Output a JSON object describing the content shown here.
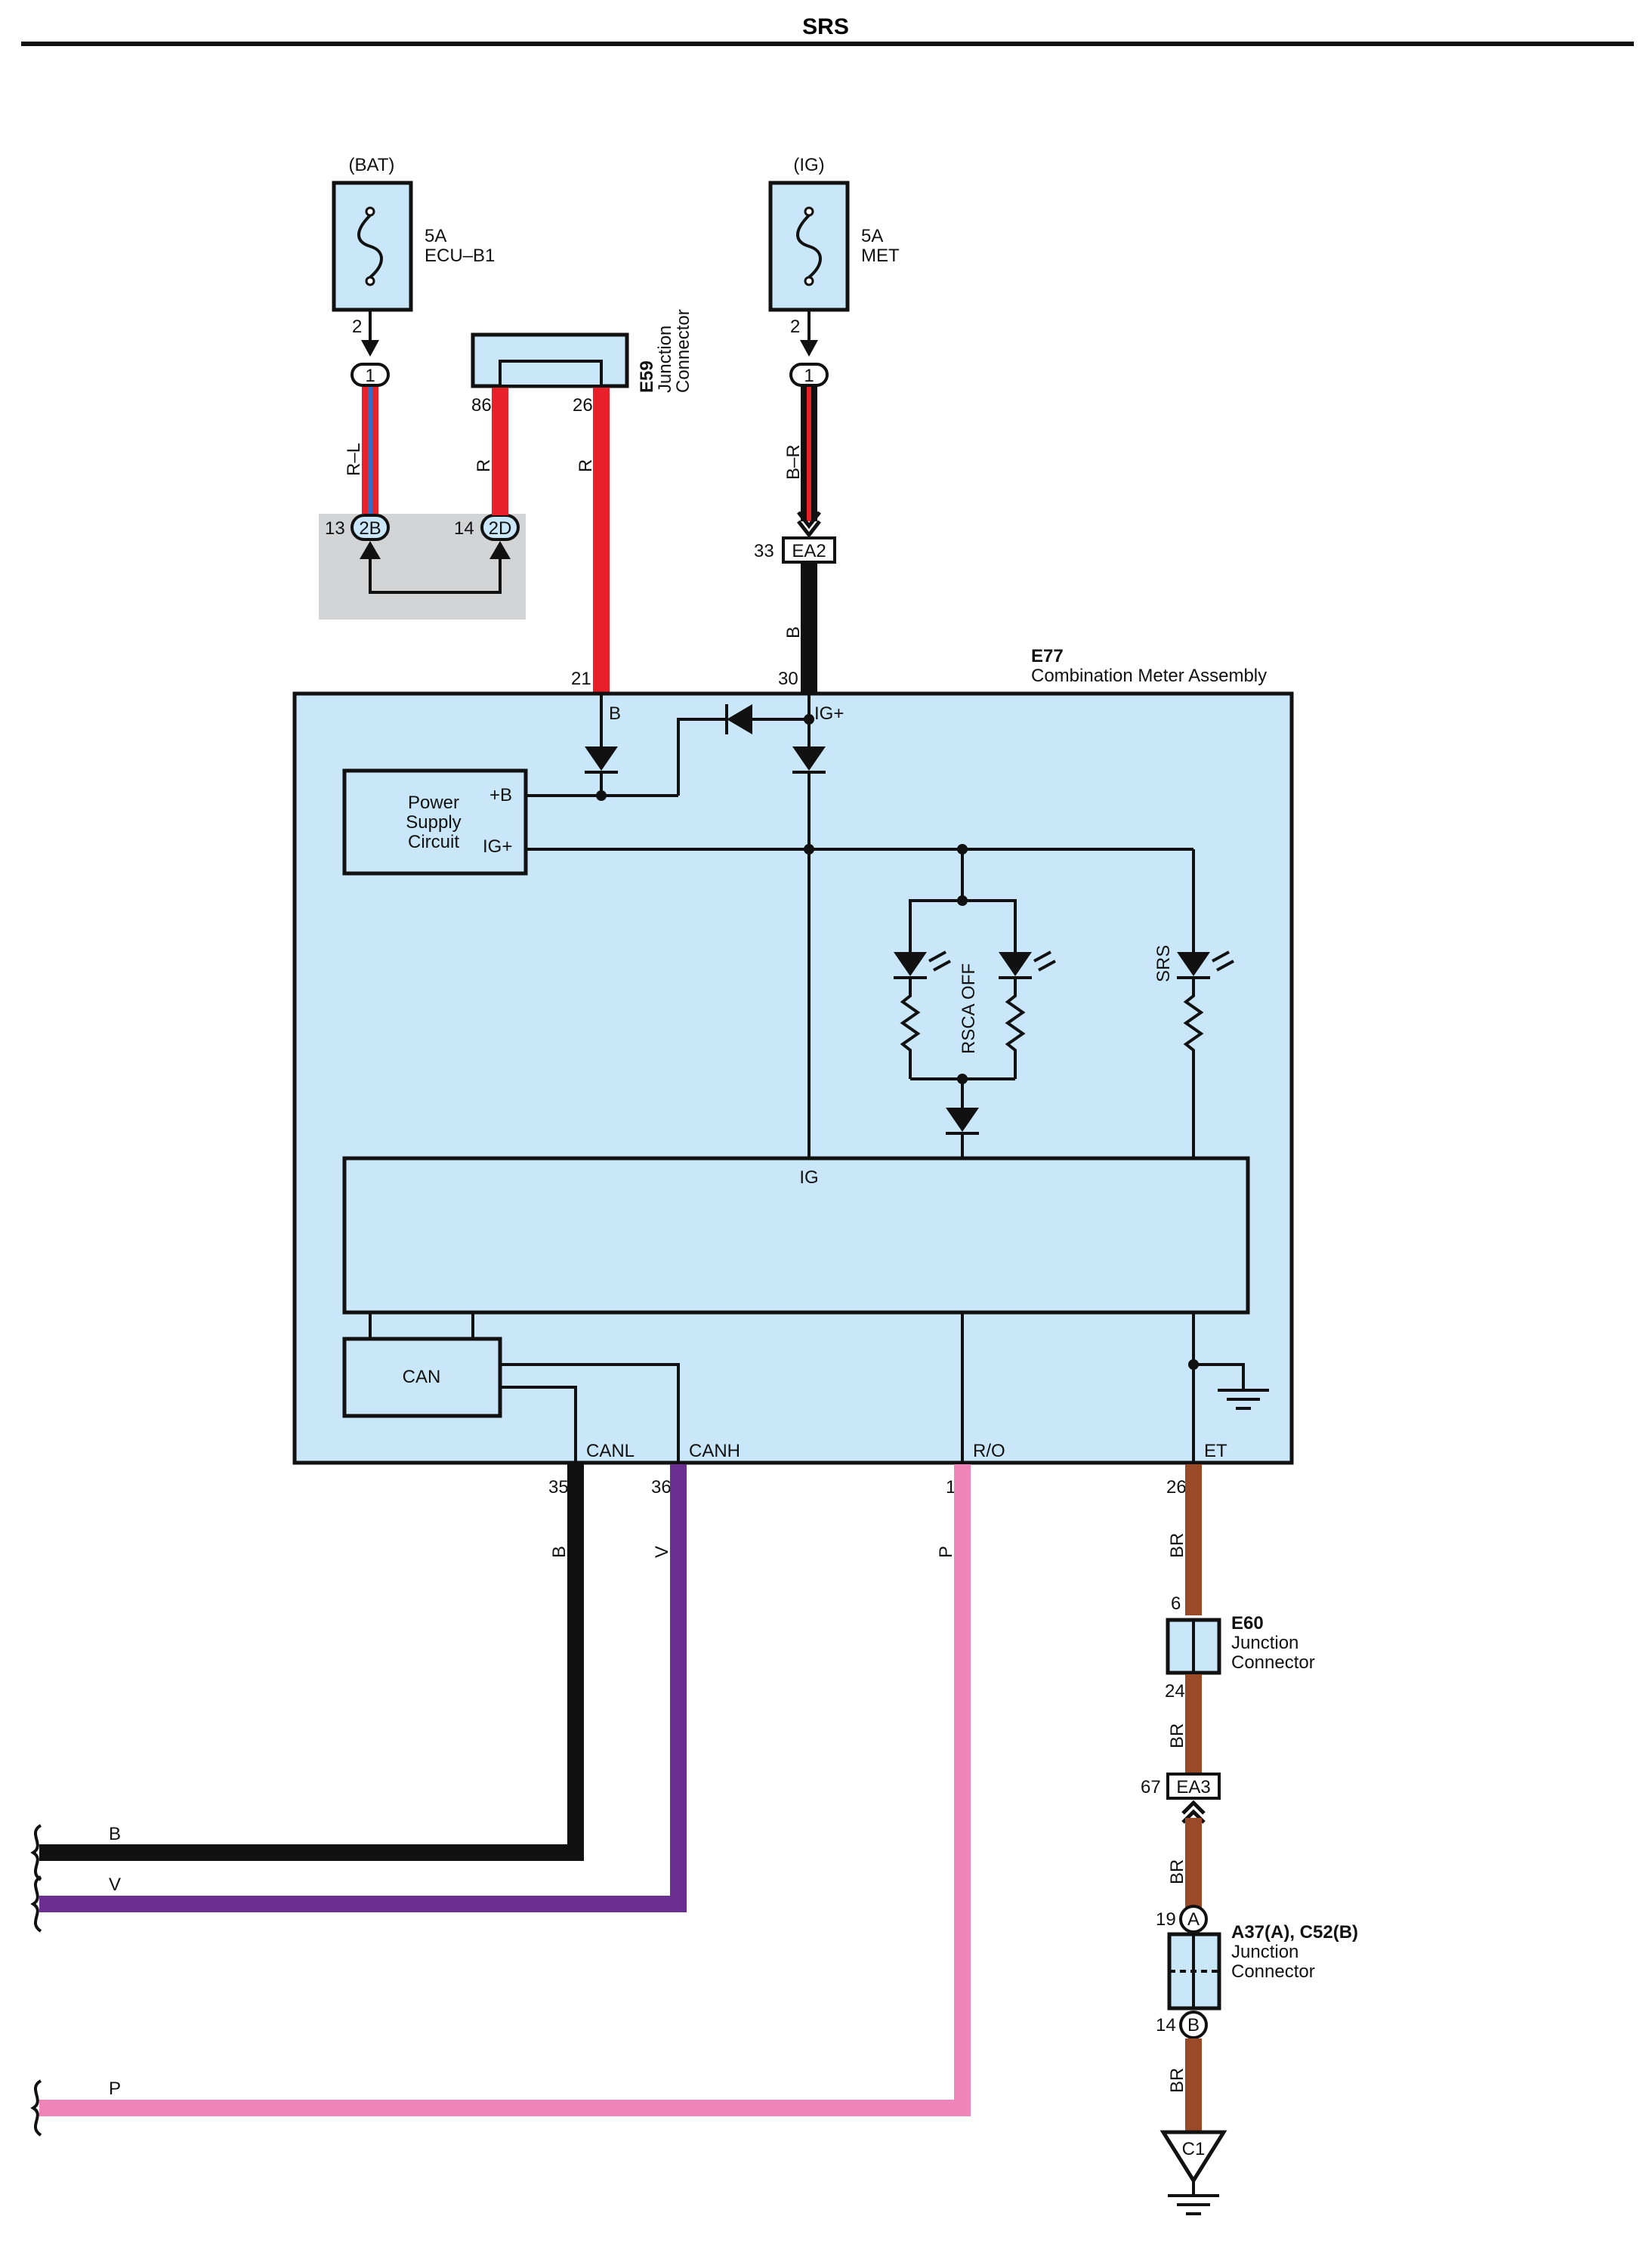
{
  "page": {
    "title": "SRS"
  },
  "fuses": [
    {
      "source": "(BAT)",
      "rating": "5A",
      "name": "ECU–B1",
      "pin": "2"
    },
    {
      "source": "(IG)",
      "rating": "5A",
      "name": "MET",
      "pin": "2"
    }
  ],
  "connectors": {
    "pin_bat": "1",
    "pin_ig": "1",
    "jb_2b": "2B",
    "jb_2b_pin": "13",
    "jb_2d": "2D",
    "jb_2d_pin": "14",
    "e59": {
      "id": "E59",
      "line1": "Junction",
      "line2": "Connector",
      "pin_a": "86",
      "pin_b": "26"
    },
    "ea2": {
      "id": "EA2",
      "pin": "33"
    },
    "e60": {
      "id": "E60",
      "line1": "Junction",
      "line2": "Connector",
      "pin_in": "6",
      "pin_out": "24"
    },
    "ea3": {
      "id": "EA3",
      "pin": "67"
    },
    "a37": {
      "id": "A37(A), C52(B)",
      "line1": "Junction",
      "line2": "Connector",
      "pin_a": "19",
      "label_a": "A",
      "pin_b": "14",
      "label_b": "B"
    },
    "ground": "C1"
  },
  "wires": {
    "rl": "R–L",
    "r1": "R",
    "r2": "R",
    "br_ig": "B–R",
    "b_ig": "B",
    "b_canl": "B",
    "v_canh": "V",
    "p_ro": "P",
    "br1": "BR",
    "br2": "BR",
    "br3": "BR",
    "br4": "BR",
    "left_b": "B",
    "left_v": "V",
    "left_p": "P"
  },
  "meter": {
    "id": "E77",
    "name": "Combination Meter Assembly",
    "pin_b": "21",
    "pin_ig": "30",
    "lbl_b": "B",
    "lbl_igp": "IG+",
    "psc_l1": "Power",
    "psc_l2": "Supply",
    "psc_l3": "Circuit",
    "psc_b": "+B",
    "psc_ig": "IG+",
    "rsca": "RSCA OFF",
    "srs": "SRS",
    "ig": "IG",
    "can": "CAN",
    "canl": "CANL",
    "canh": "CANH",
    "ro": "R/O",
    "et": "ET",
    "pin_canl": "35",
    "pin_canh": "36",
    "pin_ro": "1",
    "pin_et": "26"
  }
}
